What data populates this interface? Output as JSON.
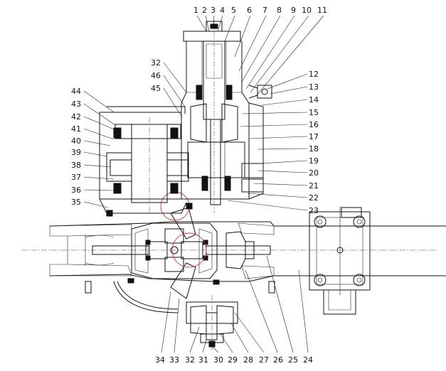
{
  "labels": {
    "top": [
      "1",
      "2",
      "3",
      "4",
      "5",
      "6",
      "7",
      "8",
      "9",
      "10",
      "11"
    ],
    "right": [
      "12",
      "13",
      "14",
      "15",
      "16",
      "17",
      "18",
      "19",
      "20",
      "21",
      "22",
      "23"
    ],
    "left": [
      "32",
      "46",
      "45",
      "44",
      "43",
      "42",
      "41",
      "40",
      "39",
      "38",
      "37",
      "36",
      "35"
    ],
    "bottom": [
      "34",
      "33",
      "32",
      "31",
      "30",
      "29",
      "28",
      "27",
      "26",
      "25",
      "24"
    ]
  }
}
